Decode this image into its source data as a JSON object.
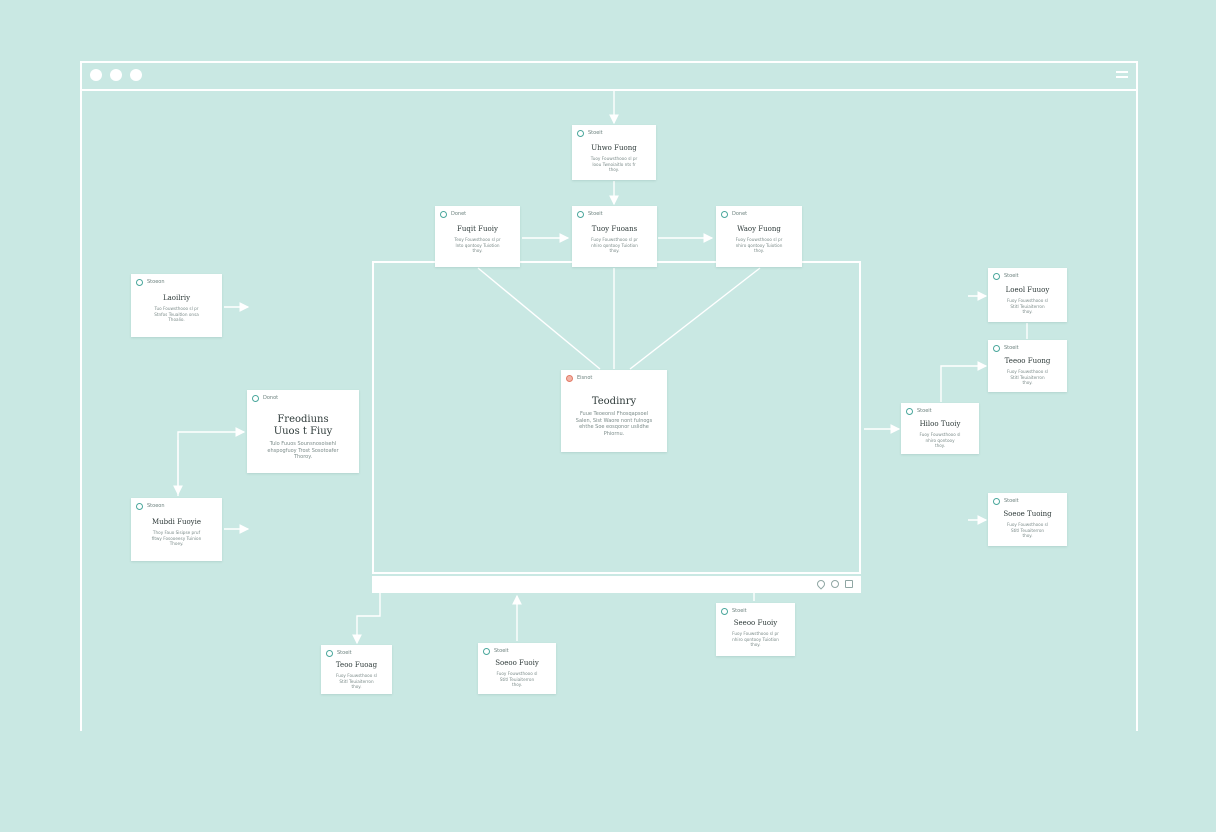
{
  "colors": {
    "background": "#c9e8e3",
    "lines": "#ffffff",
    "card": "#ffffff",
    "accent": "#4aa79c",
    "warning": "#e27a66"
  },
  "window": {
    "controls": [
      "dot",
      "dot",
      "dot"
    ],
    "menu_icon": "hamburger-icon"
  },
  "toolbar": {
    "icons": [
      "pin-icon",
      "refresh-icon",
      "grid-icon"
    ]
  },
  "nodes": {
    "top": {
      "tag": "Stoeit",
      "title": "Uhwo Fuong",
      "desc": "Tuoy Fouwsthooo sl pr\nloou Twnoiaitlo nts fr\nthoy."
    },
    "left_branch": {
      "tag": "Donet",
      "title": "Fuqit Fuoiy",
      "desc": "Teoy Fouwsthooo sl pr\nlnto qontooy Tuiotion\nthoy."
    },
    "mid_branch": {
      "tag": "Stoeit",
      "title": "Tuoy Fuoans",
      "desc": "Fuoy Fouwsthooo sl pr\nnhiro qontooy Tuiotion\nthoy."
    },
    "right_branch": {
      "tag": "Donet",
      "title": "Waoy Fuong",
      "desc": "Fuoy Fouwsthooo sl pr\nnhiro qontooy Tuiotion\nthoy."
    },
    "center": {
      "tag": "Eisnot",
      "title": "Teodinry",
      "desc": "Fuue Teoeonsl Fhosqapsoel\nSalen, Sist Waore nont fulnogs\nehthe Soe eosqonor uslidhe\nPhiornu."
    },
    "left_top": {
      "tag": "Stoeon",
      "title": "Laoilriy",
      "desc": "Tuo Fouwsthooo sl pr\nStnfos Teuaitlon onsa\nThoalio."
    },
    "left_mid": {
      "tag": "Donot",
      "title": "Freodiuns\nUuos t Fiuy",
      "desc": "Tulo Fuuos Sounsnosoisehl\nehspogfuoy Trost Sosotoafer\nThoroy."
    },
    "left_bottom": {
      "tag": "Stoeon",
      "title": "Mubdi Fuoyie",
      "desc": "Thoy Fauo Sisipse pruf\nfitwy Fosooeesy Tuinion\nThoey."
    },
    "right_top": {
      "tag": "Stoeit",
      "title": "Loeol Fuuoy",
      "desc": "Fuoy Fouwsthooo sl\nStitl Teuiaiterron\nthoy."
    },
    "right_second": {
      "tag": "Stoeit",
      "title": "Teeoo Fuong",
      "desc": "Fuoy Fouwsthooo sl\nStitl Teuiaiterron\nthoy."
    },
    "right_mid": {
      "tag": "Stoeit",
      "title": "Hiloo Tuoiy",
      "desc": "Fuoy Fouwsthooo sl\nnhiro qontooy\nthoy."
    },
    "right_bottom": {
      "tag": "Stoeit",
      "title": "Soeoe Tuoing",
      "desc": "Fuoy Fouwsthooo sl\nStitl Teuaiterron\nthoy."
    },
    "bottom_left": {
      "tag": "Stoeit",
      "title": "Teoo Fuoag",
      "desc": "Fuoy Fouwsthooo sl\nStitl Teuiaiterron\nthoy."
    },
    "bottom_mid": {
      "tag": "Stoeit",
      "title": "Soeoo Fuoiy",
      "desc": "Fuoy Fouwsthooo sl\nStitl Teuiaiterron\nthoy."
    },
    "bottom_right": {
      "tag": "Stoeit",
      "title": "Seeoo Fuoiy",
      "desc": "Fuoy Fouwsthooo sl pr\nnhiro qontooy Tuiotion\nthoy."
    }
  }
}
